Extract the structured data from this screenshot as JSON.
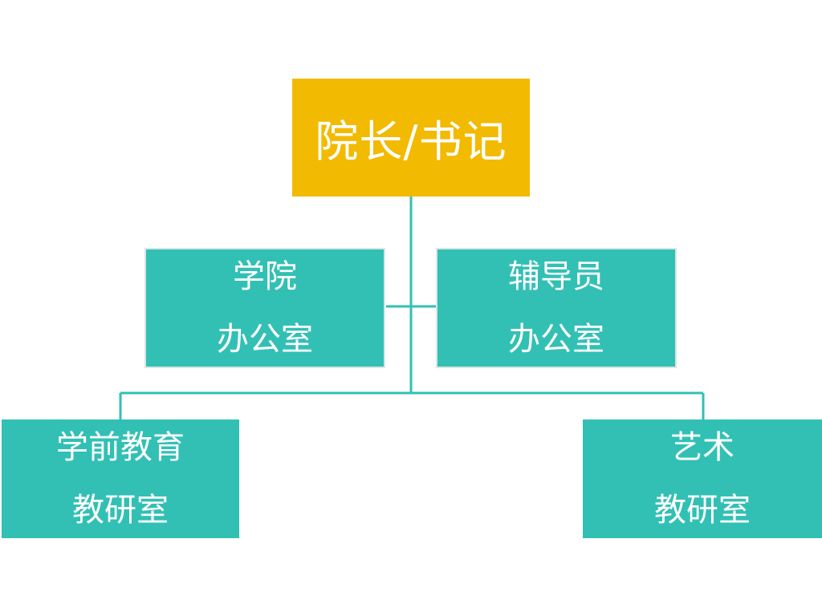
{
  "colors": {
    "root_fill": "#F2BA00",
    "node_fill": "#32C0B4",
    "connector": "#32C0B4"
  },
  "nodes": {
    "root": {
      "label": "院长/书记"
    },
    "college_office": {
      "line1": "学院",
      "line2": "办公室"
    },
    "counselor_office": {
      "line1": "辅导员",
      "line2": "办公室"
    },
    "preschool_office": {
      "line1": "学前教育",
      "line2": "教研室"
    },
    "art_office": {
      "line1": "艺术",
      "line2": "教研室"
    }
  }
}
